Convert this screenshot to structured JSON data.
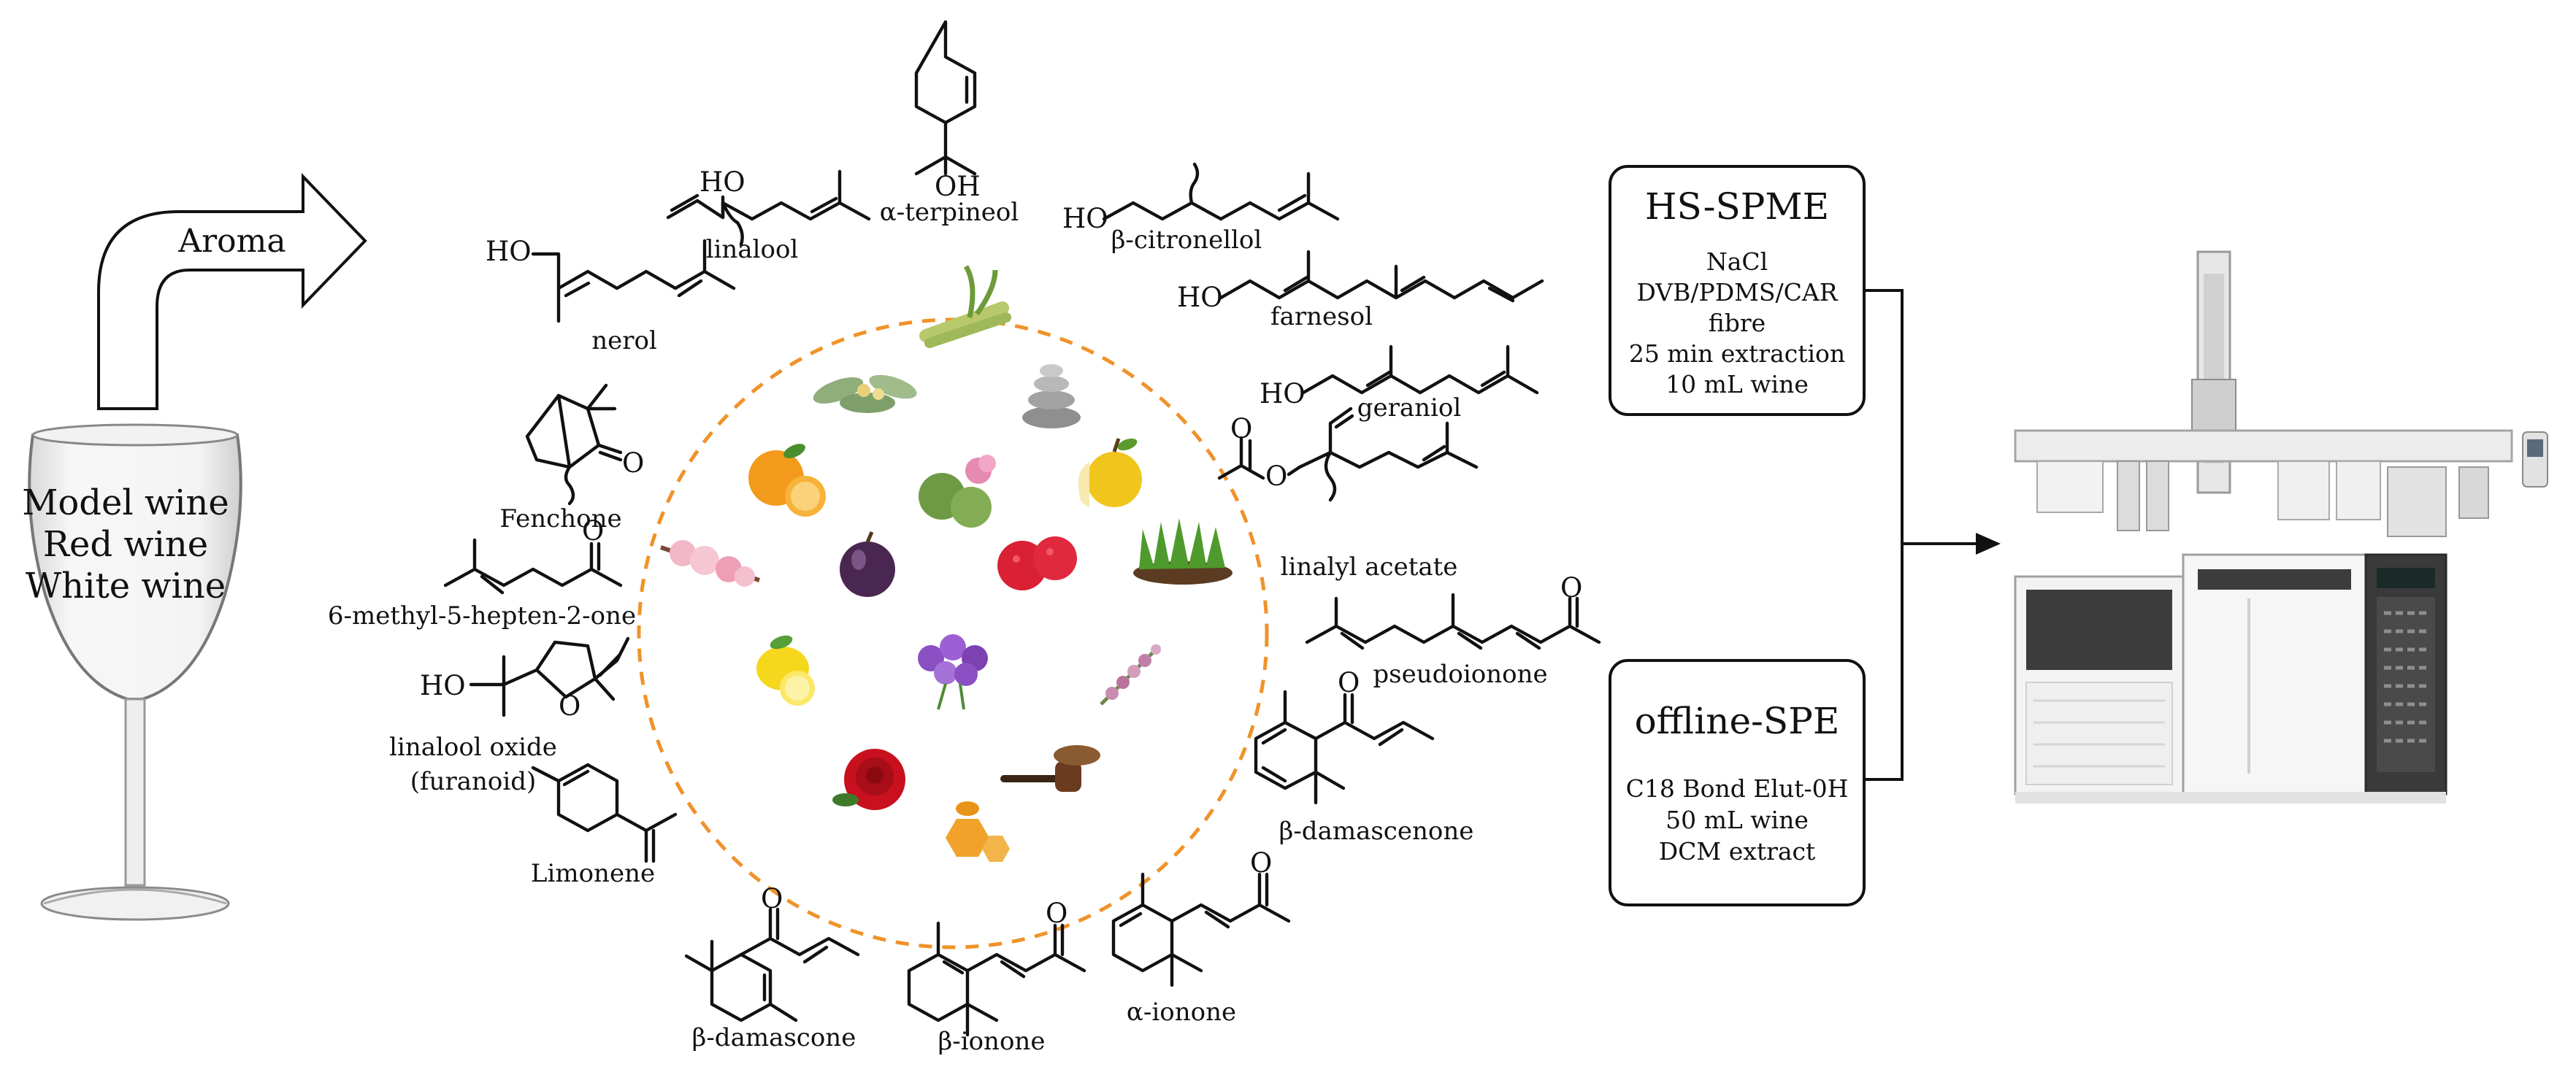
{
  "aroma_label": "Aroma",
  "wine_types": [
    "Model wine",
    "Red wine",
    "White wine"
  ],
  "compounds": {
    "linalool": "linalool",
    "alpha_terpineol": "α-terpineol",
    "beta_citronellol": "β-citronellol",
    "nerol": "nerol",
    "farnesol": "farnesol",
    "geraniol": "geraniol",
    "fenchone": "Fenchone",
    "linalyl_acetate": "linalyl acetate",
    "methylheptenone": "6-methyl-5-hepten-2-one",
    "pseudoionone": "pseudoionone",
    "linalool_oxide_1": "linalool oxide",
    "linalool_oxide_2": "(furanoid)",
    "beta_damascenone": "β-damascenone",
    "limonene": "Limonene",
    "alpha_ionone": "α-ionone",
    "beta_damascone": "β-damascone",
    "beta_ionone": "β-ionone"
  },
  "atoms": {
    "hydroxyl": "HO",
    "hydroxyl_r": "OH",
    "oxygen": "O"
  },
  "aroma_icons": [
    "lemongrass",
    "stones",
    "eucalyptus",
    "orange",
    "geranium",
    "apple",
    "cherry-blossom",
    "plum",
    "raspberry",
    "grass",
    "lemon",
    "violet",
    "heather",
    "rose",
    "tobacco-pipe",
    "honey"
  ],
  "colors": {
    "dashed_circle": "#f0922a",
    "ink": "#111111"
  },
  "hs_spme": {
    "title": "HS-SPME",
    "lines": [
      "NaCl",
      "DVB/PDMS/CAR",
      "fibre",
      "25 min extraction",
      "10 mL wine"
    ]
  },
  "offline_spe": {
    "title": "offline-SPE",
    "lines": [
      "C18 Bond Elut-0H",
      "50 mL wine",
      "DCM extract"
    ]
  }
}
